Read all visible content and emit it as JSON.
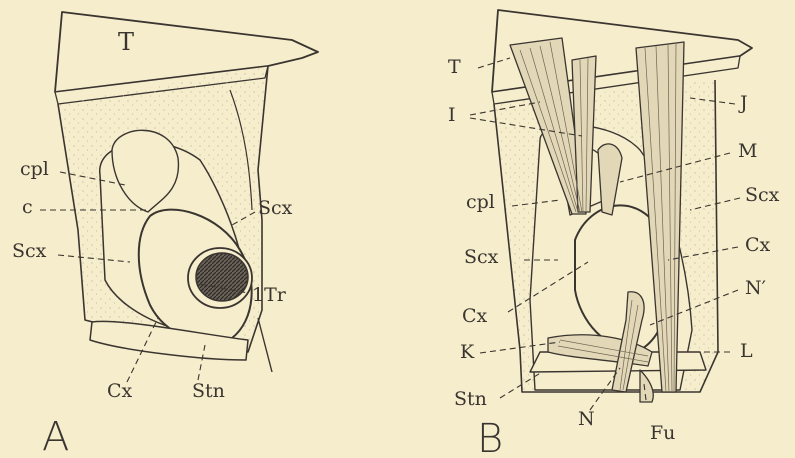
{
  "figure": {
    "panel_a": {
      "letter": "A",
      "labels": {
        "T": "T",
        "cpl": "cpl",
        "c": "c",
        "scx_left": "Scx",
        "scx_right": "Scx",
        "itr": "1Tr",
        "cx": "Cx",
        "stn": "Stn"
      }
    },
    "panel_b": {
      "letter": "B",
      "labels": {
        "T": "T",
        "I": "I",
        "J": "J",
        "M": "M",
        "cpl": "cpl",
        "scx_right": "Scx",
        "scx_left": "Scx",
        "cx_right": "Cx",
        "n_prime": "N′",
        "cx_left": "Cx",
        "K": "K",
        "L": "L",
        "stn": "Stn",
        "N": "N",
        "fu": "Fu"
      }
    },
    "colors": {
      "background": "#f6edcc",
      "ink": "#3a3530",
      "stipple": "#b8ad8c",
      "muscle": "#e2d7b6"
    }
  }
}
